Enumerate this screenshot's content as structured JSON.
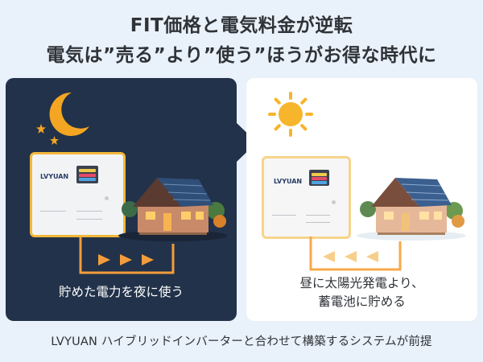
{
  "title_line1": "FIT価格と電気料金が逆転",
  "title_line2": "電気は”売る”より”使う”ほうがお得な時代に",
  "night_panel": {
    "caption": "貯めた電力を夜に使う"
  },
  "day_panel": {
    "caption_line1": "昼に太陽光発電より、",
    "caption_line2": "蓄電池に貯める"
  },
  "battery_brand": "LVYUAN",
  "footer_text": "LVYUAN ハイブリッドインバーターと合わせて構築するシステムが前提",
  "colors": {
    "night_bg": "#22324a",
    "day_bg": "#ffffff",
    "accent_orange": "#f39c3c",
    "moon": "#f4a623",
    "sun": "#f7b52c"
  },
  "icons": [
    "moon-icon",
    "star-icon",
    "sun-icon",
    "house-icon",
    "battery-icon",
    "arrow-right-icon",
    "arrow-left-icon"
  ]
}
